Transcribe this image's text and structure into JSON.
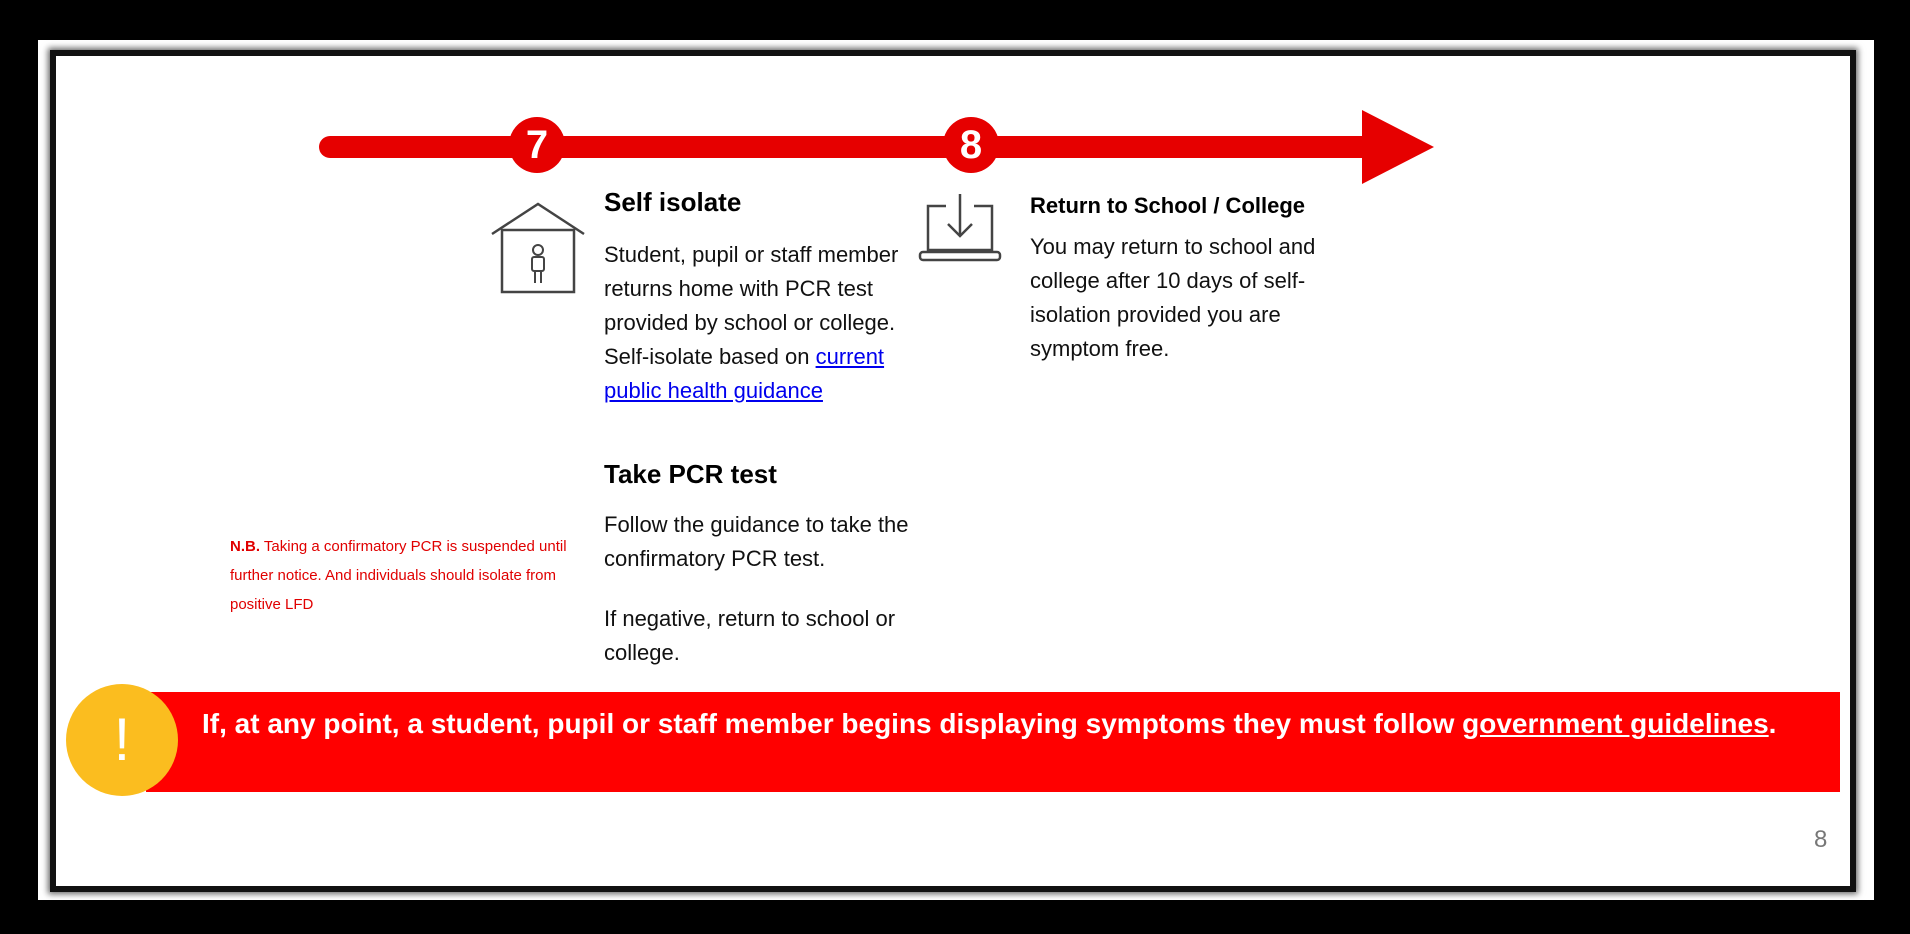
{
  "steps": [
    {
      "number": "7",
      "title": "Self isolate",
      "body_before_link": "Student, pupil or staff member returns home with PCR test provided by school or college. Self-isolate based on ",
      "link_text": "current public health guidance",
      "icon": "house-person-icon"
    },
    {
      "number": "8",
      "title": "Return to School / College",
      "body": "You may return to school and college after 10 days of self-isolation provided you are symptom free.",
      "icon": "laptop-download-icon"
    }
  ],
  "pcr": {
    "title": "Take PCR test",
    "para1": "Follow the guidance to take the confirmatory PCR test.",
    "para2": "If negative, return to school or college."
  },
  "note": {
    "prefix": "N.B.",
    "text": " Taking a confirmatory PCR is suspended until further notice. And individuals should isolate from positive LFD"
  },
  "banner": {
    "text_before_link": "If, at any point, a student, pupil or staff member begins displaying symptoms they must follow ",
    "link_text": "government guidelines",
    "text_after_link": ".",
    "icon_glyph": "!"
  },
  "page_number": "8",
  "colors": {
    "accent_red": "#e60000",
    "banner_red": "#ff0000",
    "alert_yellow": "#fbbd1f",
    "link_blue": "#0000ee"
  }
}
